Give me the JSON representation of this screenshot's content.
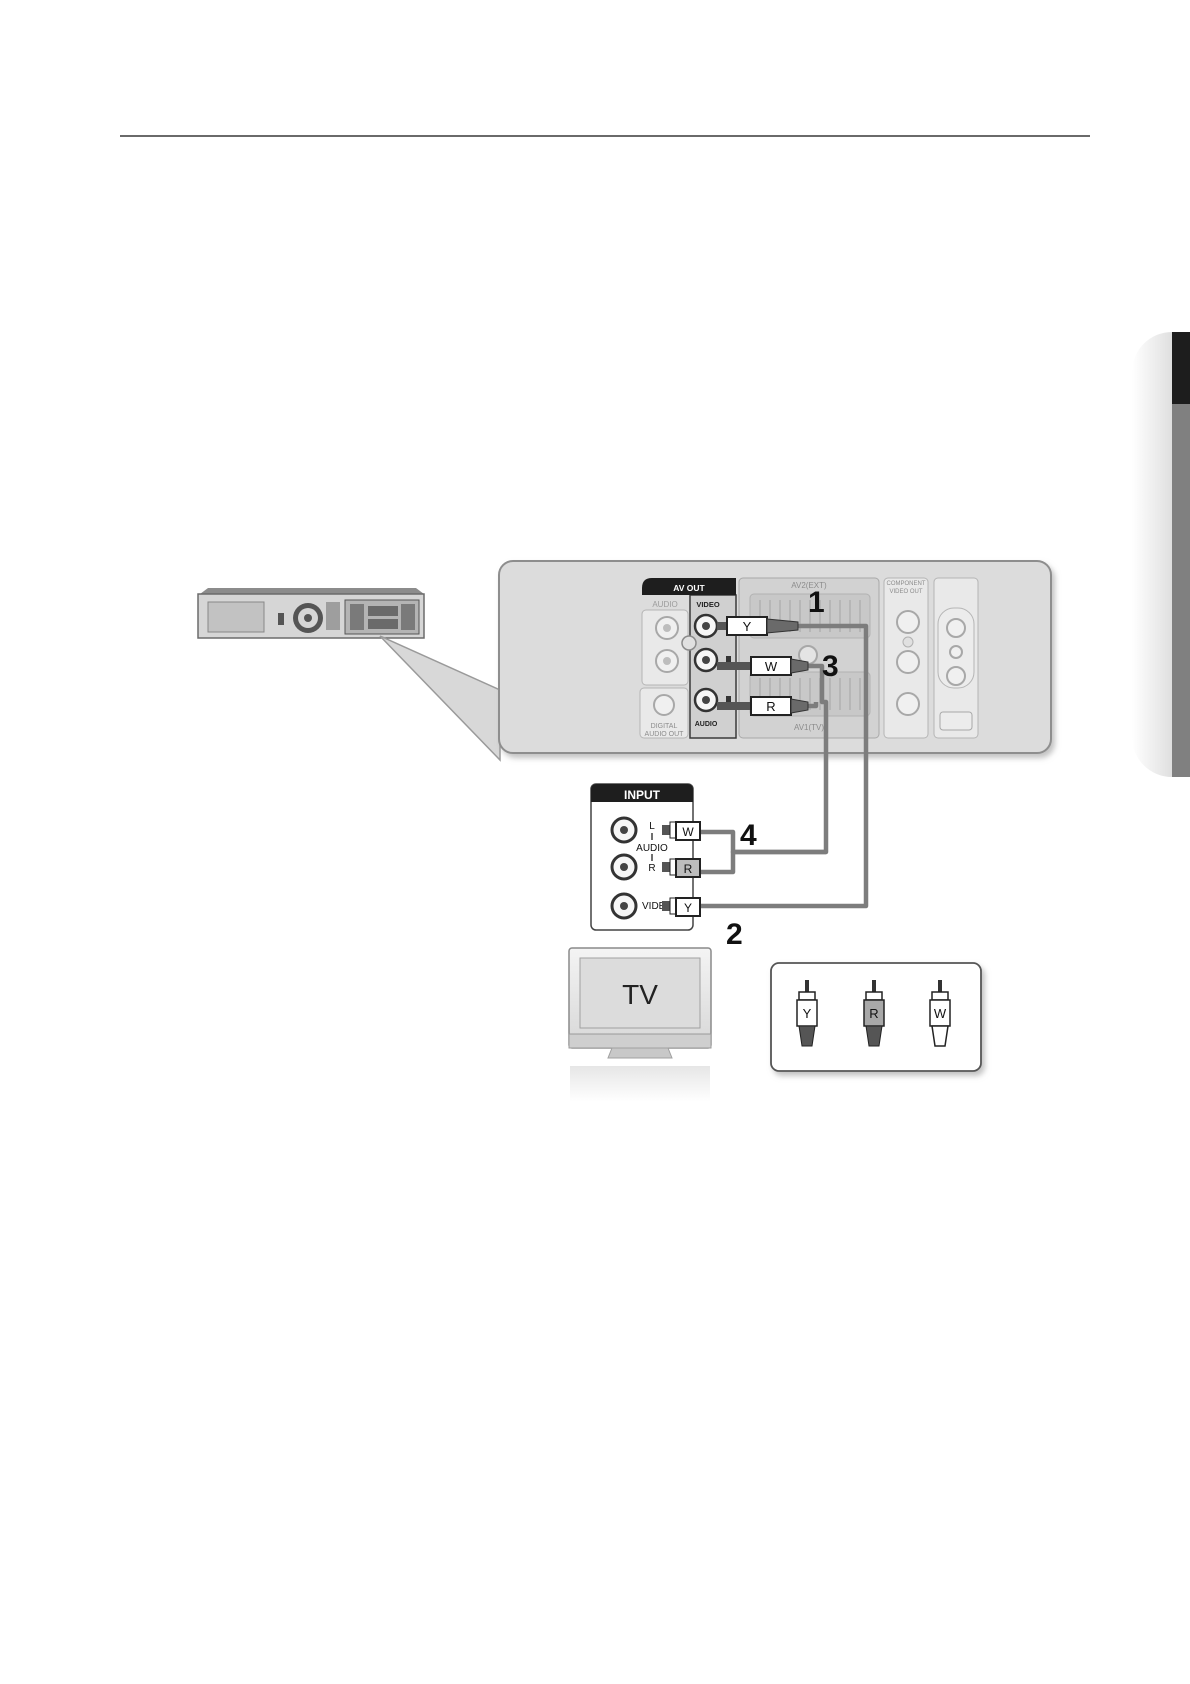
{
  "panel": {
    "av_out": "AV OUT",
    "video": "VIDEO",
    "audio_left": "AUDIO",
    "audio_bottom": "AUDIO",
    "digital_audio_out": "DIGITAL\nAUDIO OUT",
    "av2_ext": "AV2(EXT)",
    "av1_tv": "AV1(TV)",
    "component_video_out": "COMPONENT\nVIDEO OUT"
  },
  "tv_input": {
    "title": "INPUT",
    "l": "L",
    "audio": "AUDIO",
    "r": "R",
    "video": "VIDEO"
  },
  "plugs": {
    "y": "Y",
    "w": "W",
    "r": "R"
  },
  "steps": {
    "s1": "1",
    "s2": "2",
    "s3": "3",
    "s4": "4"
  },
  "tv": {
    "label": "TV"
  },
  "legend": {
    "y": "Y",
    "r": "R",
    "w": "W"
  }
}
